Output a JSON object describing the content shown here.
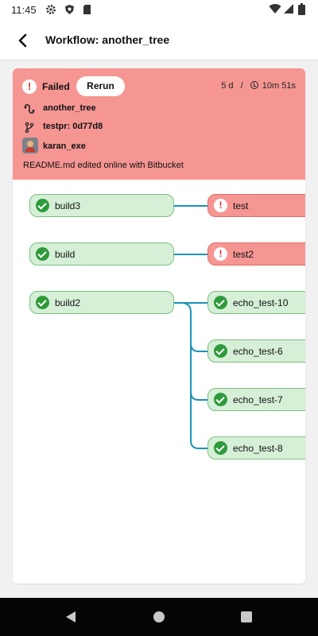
{
  "status_bar": {
    "time": "11:45"
  },
  "app_bar": {
    "title": "Workflow: another_tree"
  },
  "workflow": {
    "status": "Failed",
    "rerun_label": "Rerun",
    "age": "5 d",
    "separator": "/",
    "duration": "10m 51s",
    "name": "another_tree",
    "branch_commit": "testpr: 0d77d8",
    "user": "karan_exe",
    "commit_message": "README.md edited online with Bitbucket"
  },
  "jobs": {
    "build3": "build3",
    "test": "test",
    "build": "build",
    "test2": "test2",
    "build2": "build2",
    "echo_test_10": "echo_test-10",
    "echo_test_6": "echo_test-6",
    "echo_test_7": "echo_test-7",
    "echo_test_8": "echo_test-8"
  },
  "colors": {
    "failed_bg": "#f59693",
    "success_bg": "#d6efd7",
    "success_icon": "#2f9a3a",
    "connector": "#1a93b8"
  }
}
